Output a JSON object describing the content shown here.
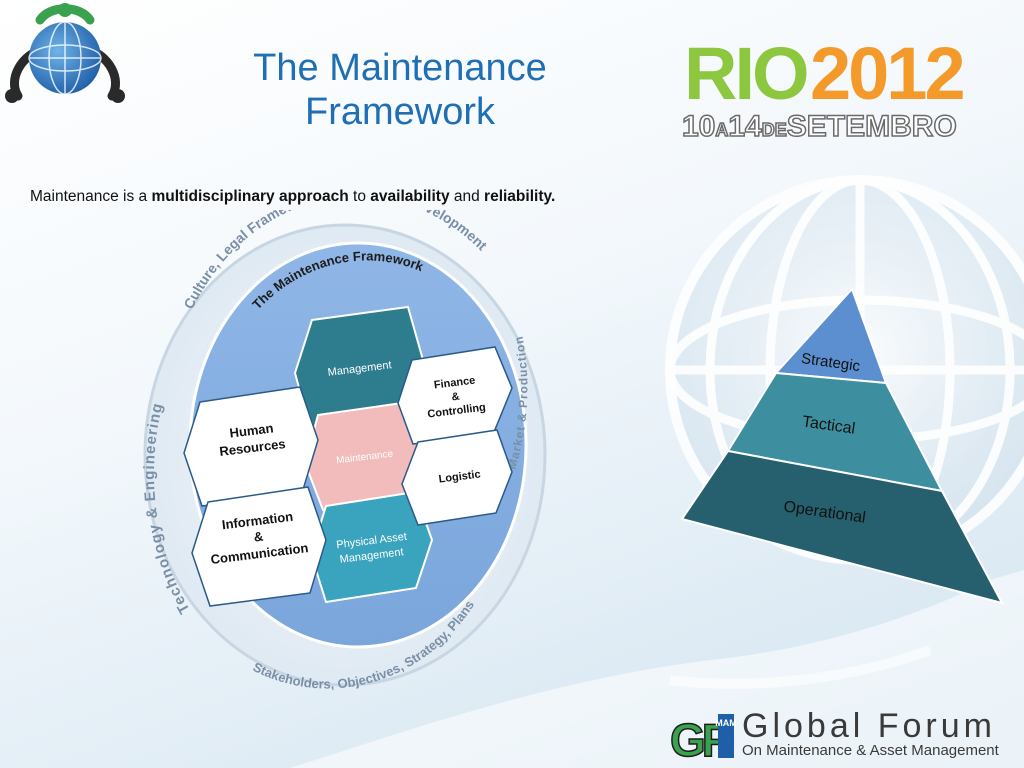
{
  "slide": {
    "title_line1": "The Maintenance",
    "title_line2": "Framework",
    "intro": {
      "t1": "Maintenance is a ",
      "b1": "multidisciplinary approach",
      "t2": " to ",
      "b2": "availability",
      "t3": " and ",
      "b3": "reliability."
    }
  },
  "rio_logo": {
    "rio": "RIO",
    "year": "2012",
    "d1": "10",
    "a": "A",
    "d2": "14",
    "de": "DE",
    "month": "SETEMBRO"
  },
  "gf_logo": {
    "mark": "GF",
    "sub_mark": "MAM",
    "word": "Global Forum",
    "tagline": "On Maintenance & Asset Management"
  },
  "framework": {
    "arc_top": "Culture, Legal Framework, Sustainable Development",
    "arc_left": "Technology & Engineering",
    "arc_right": "Market & Production",
    "arc_bottom": "Stakeholders, Objectives, Strategy, Plans",
    "inner_title": "The Maintenance Framework",
    "hex_management": "Management",
    "hex_maintenance": "Maintenance",
    "hex_physical_1": "Physical Asset",
    "hex_physical_2": "Management",
    "hex_finance_1": "Finance",
    "hex_finance_2": "&",
    "hex_finance_3": "Controlling",
    "hex_logistic": "Logistic",
    "hex_hr_1": "Human",
    "hex_hr_2": "Resources",
    "hex_ic_1": "Information",
    "hex_ic_2": "&",
    "hex_ic_3": "Communication"
  },
  "pyramid": {
    "levels": [
      "Strategic",
      "Tactical",
      "Operational"
    ]
  },
  "colors": {
    "title_blue": "#1f6fb5",
    "rio_green": "#8dc63f",
    "rio_orange": "#f39a2b",
    "hex_dark_teal": "#2e7d8f",
    "hex_pink": "#f2bcbc",
    "hex_teal": "#3aa3be",
    "pyr_top": "#5b8fcf",
    "pyr_mid": "#3d8fa0",
    "pyr_bot": "#265f6e"
  }
}
